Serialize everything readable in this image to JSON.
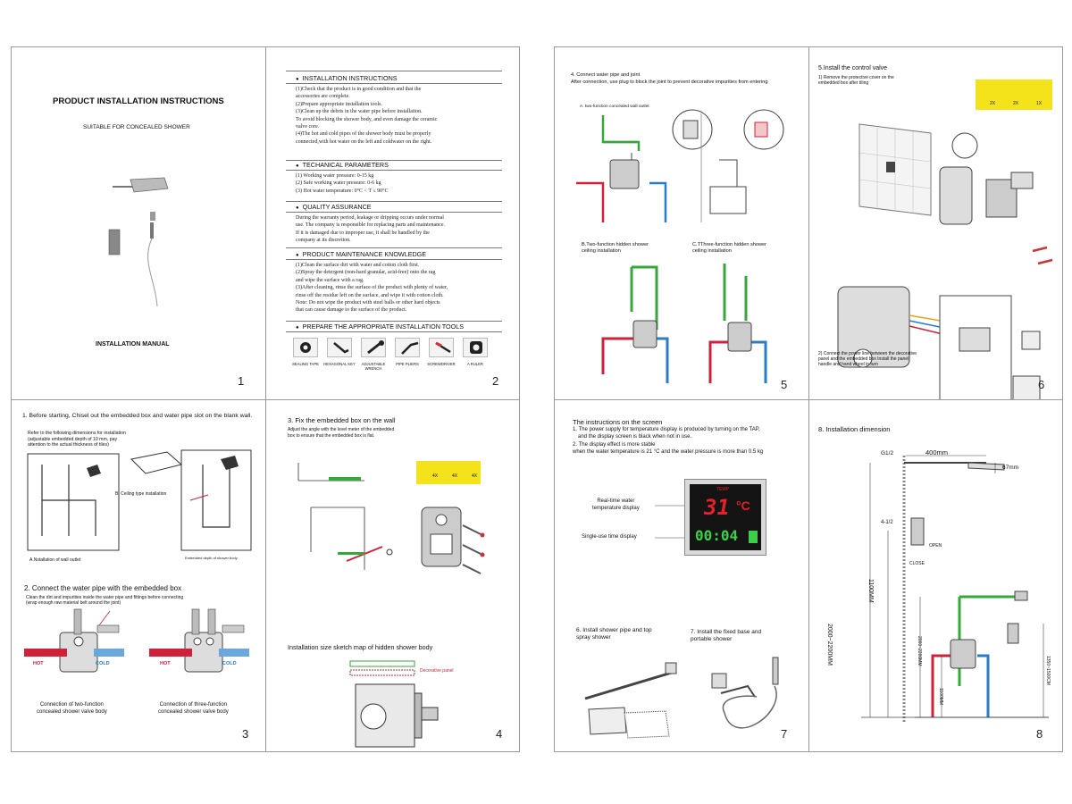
{
  "page1": {
    "title": "PRODUCT INSTALLATION INSTRUCTIONS",
    "subtitle": "SUITABLE FOR CONCEALED SHOWER",
    "manual": "INSTALLATION MANUAL",
    "num": "1"
  },
  "page2": {
    "install_title": "INSTALLATION INSTRUCTIONS",
    "install_lines": [
      "(1)Check that the product is in good condition and that the",
      "accessories are complete.",
      "(2)Prepare appropriate installation tools.",
      "(3)Clean up the debris in the water pipe before installation.",
      "To avoid blocking the shower body, and even damage the ceramic",
      "valve core.",
      "(4)The hot and cold pipes of the shower body must be properly",
      "connected,with hot water on the left and coldwater on the right."
    ],
    "tech_title": "TECHANICAL PARAMETERS",
    "tech_lines": [
      "(1) Working water pressure: 0-15 kg",
      "(2) Safe working water pressure: 0-6 kg",
      "(3) Hot water temperature: 0°C < T ≤ 90°C"
    ],
    "quality_title": "QUALITY ASSURANCE",
    "quality_lines": [
      "During the warranty period, leakage or dripping occurs under normal",
      "use. The company is responsible for replacing parts and maintenance.",
      "If it is damaged due to improper use, it shall be handled by the",
      "company at its discretion."
    ],
    "maint_title": "PRODUCT MAINTENANCE KNOWLEDGE",
    "maint_lines": [
      "(1)Clean the surface dirt with water and cotton cloth first.",
      "(2)Spray the detergent (non-hard granular, acid-free) onto the rag",
      "and wipe the surface with a rag.",
      "(3)After cleaning, rinse the surface of the product with plenty of water,",
      "rinse off the residue left on the surface, and wipe it with cotton cloth.",
      "Note: Do not wipe the product with steel balls or other hard objects",
      "that can cause damage to the surface of the product."
    ],
    "tools_title": "PREPARE THE APPROPRIATE INSTALLATION TOOLS",
    "tools": [
      "SEALING TAPE",
      "HEXAGONAL KEY",
      "ADJUSTABLE WRENCH",
      "PIPE PLIERS",
      "SCREWDRIVER",
      "A RULER"
    ],
    "num": "2"
  },
  "page3": {
    "step1": "1. Before starting, Chisel out the embedded box and water pipe slot on the blank wall.",
    "ref_lines": [
      "Refer to the following dimensions for installation",
      "(adjustable embedded depth of 10 mm, pay",
      "attention to the actual thickness of tiles)"
    ],
    "ceiling": "B. Ceiling type installation",
    "wall_outlet": "A.Nstallation of wall outlet",
    "depth": "Embedded depth of shower body",
    "step2": "2. Connect the water pipe with the embedded box",
    "step2_lines": [
      "Clean the dirt and impurities inside the water pipe and fittings before connecting",
      "(wrap enough raw material belt around the joint)"
    ],
    "hot": "HOT",
    "cold": "COLD",
    "cap1": [
      "Connection of two-function",
      "concealed shower valve body"
    ],
    "cap2": [
      "Connection of three-function",
      "concealed shower valve body"
    ],
    "num": "3"
  },
  "page4": {
    "step3": "3. Fix the embedded box on the wall",
    "step3_lines": [
      "Adjust the angle with the level meter of the embedded",
      "box to ensure that the embedded box is flat."
    ],
    "qty": [
      "4X",
      "4X",
      "4X"
    ],
    "sketch": "Installation size sketch map of hidden shower body",
    "panel": "Decorative panel",
    "num": "4"
  },
  "page5": {
    "step4": "4. Connect water pipe and joint",
    "step4_line": "After connection, use plug to block the joint to prevent decorative impurities from entering",
    "a": "A. two-function concealed wall outlet",
    "b": [
      "B.Two-function hidden shower",
      "ceiling installation"
    ],
    "c": [
      "C.TThree-function hidden shower",
      "ceiling installation"
    ],
    "num": "5"
  },
  "page6": {
    "step5": "5.Install the control valve",
    "step5_lines": [
      "1) Remove the protective cover on the",
      "embedded box after tiling"
    ],
    "qty": [
      "2X",
      "2X",
      "1X"
    ],
    "step5b": [
      "2) Connect the power line between the decorative",
      "panel and the embedded box Install the panel,",
      "handle and hand wheel in turn"
    ],
    "num": "6"
  },
  "page7": {
    "title": "The instructions on the screen",
    "lines": [
      "1. The power supply for temperature display is produced by turning on the TAP,",
      "and the display screen is black when not in use.",
      "2. The display effect is more stable",
      "when the water temperature is 21 °C and the water pressure is more than 0.5 kg"
    ],
    "realtime": [
      "Real-time water",
      "temperature display"
    ],
    "singleuse": "Single-use time display",
    "temp": "31",
    "temp_unit": "°C",
    "temp_label": "TEMP",
    "time": "00:04",
    "step6": [
      "6. Install shower pipe and top",
      "spray shower"
    ],
    "step7": [
      "7. Install the fixed base and",
      "portable shower"
    ],
    "num": "7"
  },
  "page8": {
    "title": "8. Installation dimension",
    "g": "G1/2",
    "dim400": "400mm",
    "dim67": "67mm",
    "dim412": "4-1/2",
    "open": "OPEN",
    "close": "CLOSE",
    "dim2000": "2000~2200MM",
    "dim1100": "1100MM",
    "dim2000b": "2000~2200MM",
    "dim1100b": "1100MM",
    "dim1350": "1350~1500CM",
    "num": "8"
  },
  "colors": {
    "hot": "#d1203a",
    "cold": "#2a7bc8",
    "green": "#35a83a",
    "screen_red": "#e8202a",
    "screen_green": "#3bd04a"
  }
}
